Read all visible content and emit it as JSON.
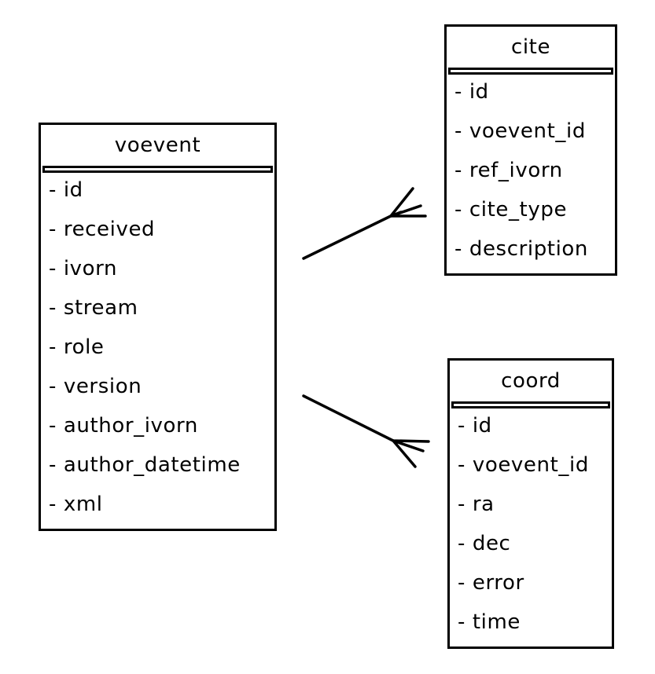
{
  "entities": {
    "voevent": {
      "title": "voevent",
      "fields": [
        "- id",
        "- received",
        "- ivorn",
        "- stream",
        "- role",
        "- version",
        "- author_ivorn",
        "- author_datetime",
        "- xml"
      ]
    },
    "cite": {
      "title": "cite",
      "fields": [
        "- id",
        "- voevent_id",
        "- ref_ivorn",
        "- cite_type",
        "- description"
      ]
    },
    "coord": {
      "title": "coord",
      "fields": [
        "- id",
        "- voevent_id",
        "- ra",
        "- dec",
        "- error",
        "- time"
      ]
    }
  },
  "relations": [
    {
      "from": "voevent",
      "to": "cite",
      "cardinality": "one-to-many",
      "end_marker": "crows-foot"
    },
    {
      "from": "voevent",
      "to": "coord",
      "cardinality": "one-to-many",
      "end_marker": "crows-foot"
    }
  ],
  "colors": {
    "line": "#000000",
    "background": "#ffffff"
  }
}
